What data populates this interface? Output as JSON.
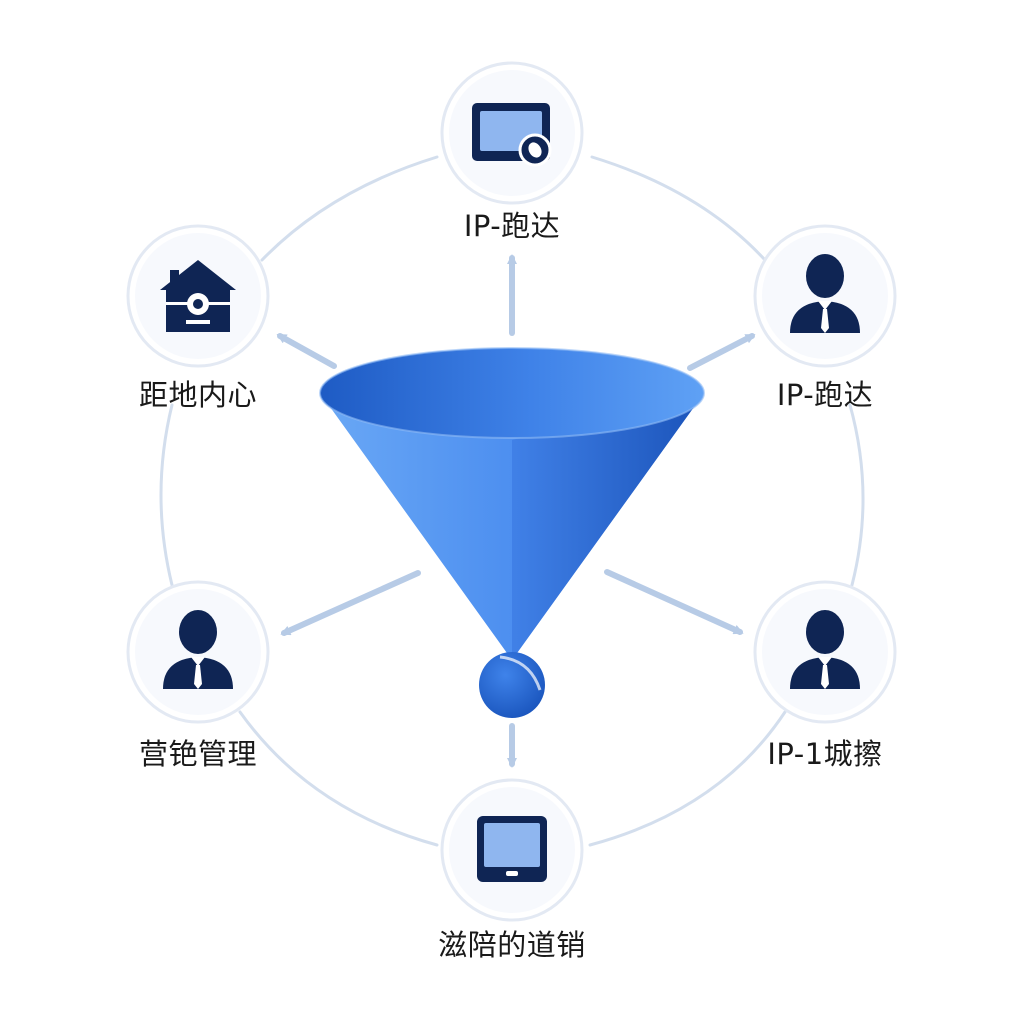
{
  "diagram": {
    "nodes": [
      {
        "id": "top",
        "icon": "monitor-mouse-icon",
        "label": "IP-跑达"
      },
      {
        "id": "upper-right",
        "icon": "businessman-icon",
        "label": "IP-跑达"
      },
      {
        "id": "lower-right",
        "icon": "businessman-icon",
        "label": "IP-1城擦"
      },
      {
        "id": "bottom",
        "icon": "tablet-icon",
        "label": "滋陪的道销"
      },
      {
        "id": "lower-left",
        "icon": "businessman-icon",
        "label": "营铯管理"
      },
      {
        "id": "upper-left",
        "icon": "store-house-icon",
        "label": "距地内心"
      }
    ],
    "center_icon": "funnel-icon",
    "colors": {
      "funnel_light": "#5a9cf2",
      "funnel_dark": "#1e5bc4",
      "icon_navy": "#0f2554",
      "circle_border": "#e3e9f3",
      "ring_line": "#cdd9ea",
      "arrow": "#b7cbe6"
    }
  }
}
